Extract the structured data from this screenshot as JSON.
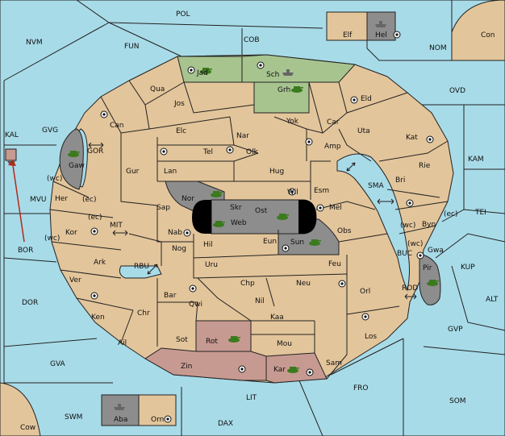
{
  "colors": {
    "sea": "#a8dbe8",
    "land": "#e3c59b",
    "supply_green": "#a7c48f",
    "impassable_grey": "#8d8d8d",
    "supply_rose": "#c79a91",
    "army_green": "#3c7a1e",
    "fleet_grey": "#666666",
    "arrow_red": "#b22a1a"
  },
  "sea_labels": {
    "pol": "POL",
    "nvm": "NVM",
    "fun": "FUN",
    "cob": "COB",
    "nom": "NOM",
    "con": "Con",
    "ovd": "OVD",
    "kal": "KAL",
    "gvg": "GVG",
    "gor": "GOR",
    "mvu": "MVU",
    "mit": "MIT",
    "bor": "BOR",
    "rbu": "RBU",
    "dor": "DOR",
    "gva": "GVA",
    "swm": "SWM",
    "cow": "Cow",
    "lit": "LIT",
    "dax": "DAX",
    "fro": "FRO",
    "som": "SOM",
    "gvp": "GVP",
    "alt": "ALT",
    "kup": "KUP",
    "buc": "BUC",
    "rod": "ROD",
    "tei": "TEI",
    "kam": "KAM",
    "sma": "SMA"
  },
  "land_labels": {
    "elf": "Elf",
    "hel": "Hel",
    "jad": "Jad",
    "sch": "Sch",
    "qua": "Qua",
    "jos": "Jos",
    "grh": "Grh",
    "eld": "Eld",
    "can": "Can",
    "yok": "Yok",
    "car": "Car",
    "uta": "Uta",
    "elc": "Elc",
    "nar": "Nar",
    "kat": "Kat",
    "tel": "Tel",
    "olk": "Olk",
    "amp": "Amp",
    "gaw": "Gaw",
    "gur": "Gur",
    "lan": "Lan",
    "hug": "Hug",
    "rie": "Rie",
    "bri": "Bri",
    "wil": "Wil",
    "esm": "Esm",
    "her": "Her",
    "nor": "Nor",
    "skr": "Skr",
    "ost": "Ost",
    "sap": "Sap",
    "web": "Web",
    "mel": "Mel",
    "byn": "Byn",
    "kor": "Kor",
    "nab": "Nab",
    "eun": "Eun",
    "sun": "Sun",
    "obs": "Obs",
    "hil": "Hil",
    "nog": "Nog",
    "gwa": "Gwa",
    "ark": "Ark",
    "uru": "Uru",
    "feu": "Feu",
    "pir": "Pir",
    "ver": "Ver",
    "chp": "Chp",
    "neu": "Neu",
    "bar": "Bar",
    "qwi": "Qwi",
    "nil": "Nil",
    "orl": "Orl",
    "ken": "Ken",
    "chr": "Chr",
    "kaa": "Kaa",
    "rot": "Rot",
    "sot": "Sot",
    "los": "Los",
    "ail": "Ail",
    "mou": "Mou",
    "zin": "Zin",
    "sam": "Sam",
    "kar": "Kar",
    "aba": "Aba",
    "orn": "Orn"
  },
  "coast_labels": {
    "wc_her": "(wc)",
    "ec_her": "(ec)",
    "ec_kor": "(ec)",
    "wc_kor": "(wc)",
    "wc_byn": "(wc)",
    "ec_byn": "(ec)",
    "wc_gwa": "(wc)"
  },
  "units": [
    {
      "type": "fleet",
      "province": "Hel"
    },
    {
      "type": "army",
      "province": "Jad"
    },
    {
      "type": "fleet",
      "province": "Sch"
    },
    {
      "type": "army",
      "province": "Grh"
    },
    {
      "type": "army",
      "province": "Gaw"
    },
    {
      "type": "army",
      "province": "Nor"
    },
    {
      "type": "army",
      "province": "Web"
    },
    {
      "type": "army",
      "province": "Ost"
    },
    {
      "type": "army",
      "province": "Sun"
    },
    {
      "type": "army",
      "province": "Pir"
    },
    {
      "type": "army",
      "province": "Rot"
    },
    {
      "type": "army",
      "province": "Kar"
    },
    {
      "type": "fleet",
      "province": "Aba"
    },
    {
      "type": "fleet",
      "province": "KAL"
    }
  ]
}
